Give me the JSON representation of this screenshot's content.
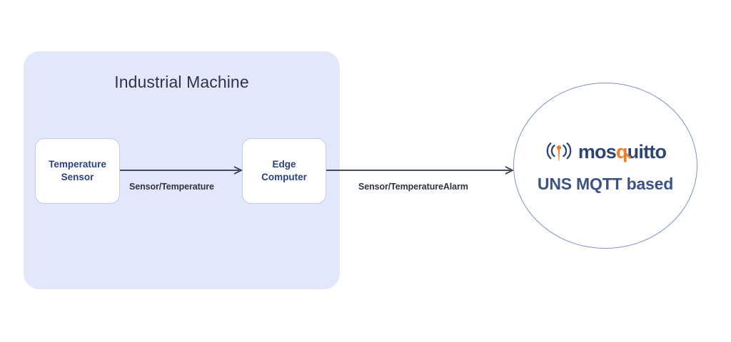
{
  "diagram": {
    "group": {
      "title": "Industrial Machine",
      "fill_color": "#e3e7fb"
    },
    "nodes": [
      {
        "id": "temperature-sensor",
        "label": "Temperature\nSensor",
        "text_color": "#2b3f85",
        "border_color": "#c5cbe4"
      },
      {
        "id": "edge-computer",
        "label": "Edge\nComputer",
        "text_color": "#2b3f85",
        "border_color": "#c5cbe4"
      }
    ],
    "arrows": [
      {
        "id": "sensor-to-edge",
        "label": "Sensor/Temperature",
        "from": "temperature-sensor",
        "to": "edge-computer",
        "color": "#2c3445"
      },
      {
        "id": "edge-to-broker",
        "label": "Sensor/TemperatureAlarm",
        "from": "edge-computer",
        "to": "mqtt-broker",
        "color": "#2c3445"
      }
    ],
    "broker": {
      "id": "mqtt-broker",
      "logo_name": "mosquitto",
      "logo_prefix": "mos",
      "logo_accent_letter": "q",
      "logo_suffix": "uitto",
      "logo_icon": "signal-antenna-icon",
      "caption": "UNS MQTT based",
      "circle_border_color": "#7e92c8",
      "brand_navy": "#2e4574",
      "brand_orange": "#ef7d2b",
      "caption_color": "#3d5283"
    }
  }
}
